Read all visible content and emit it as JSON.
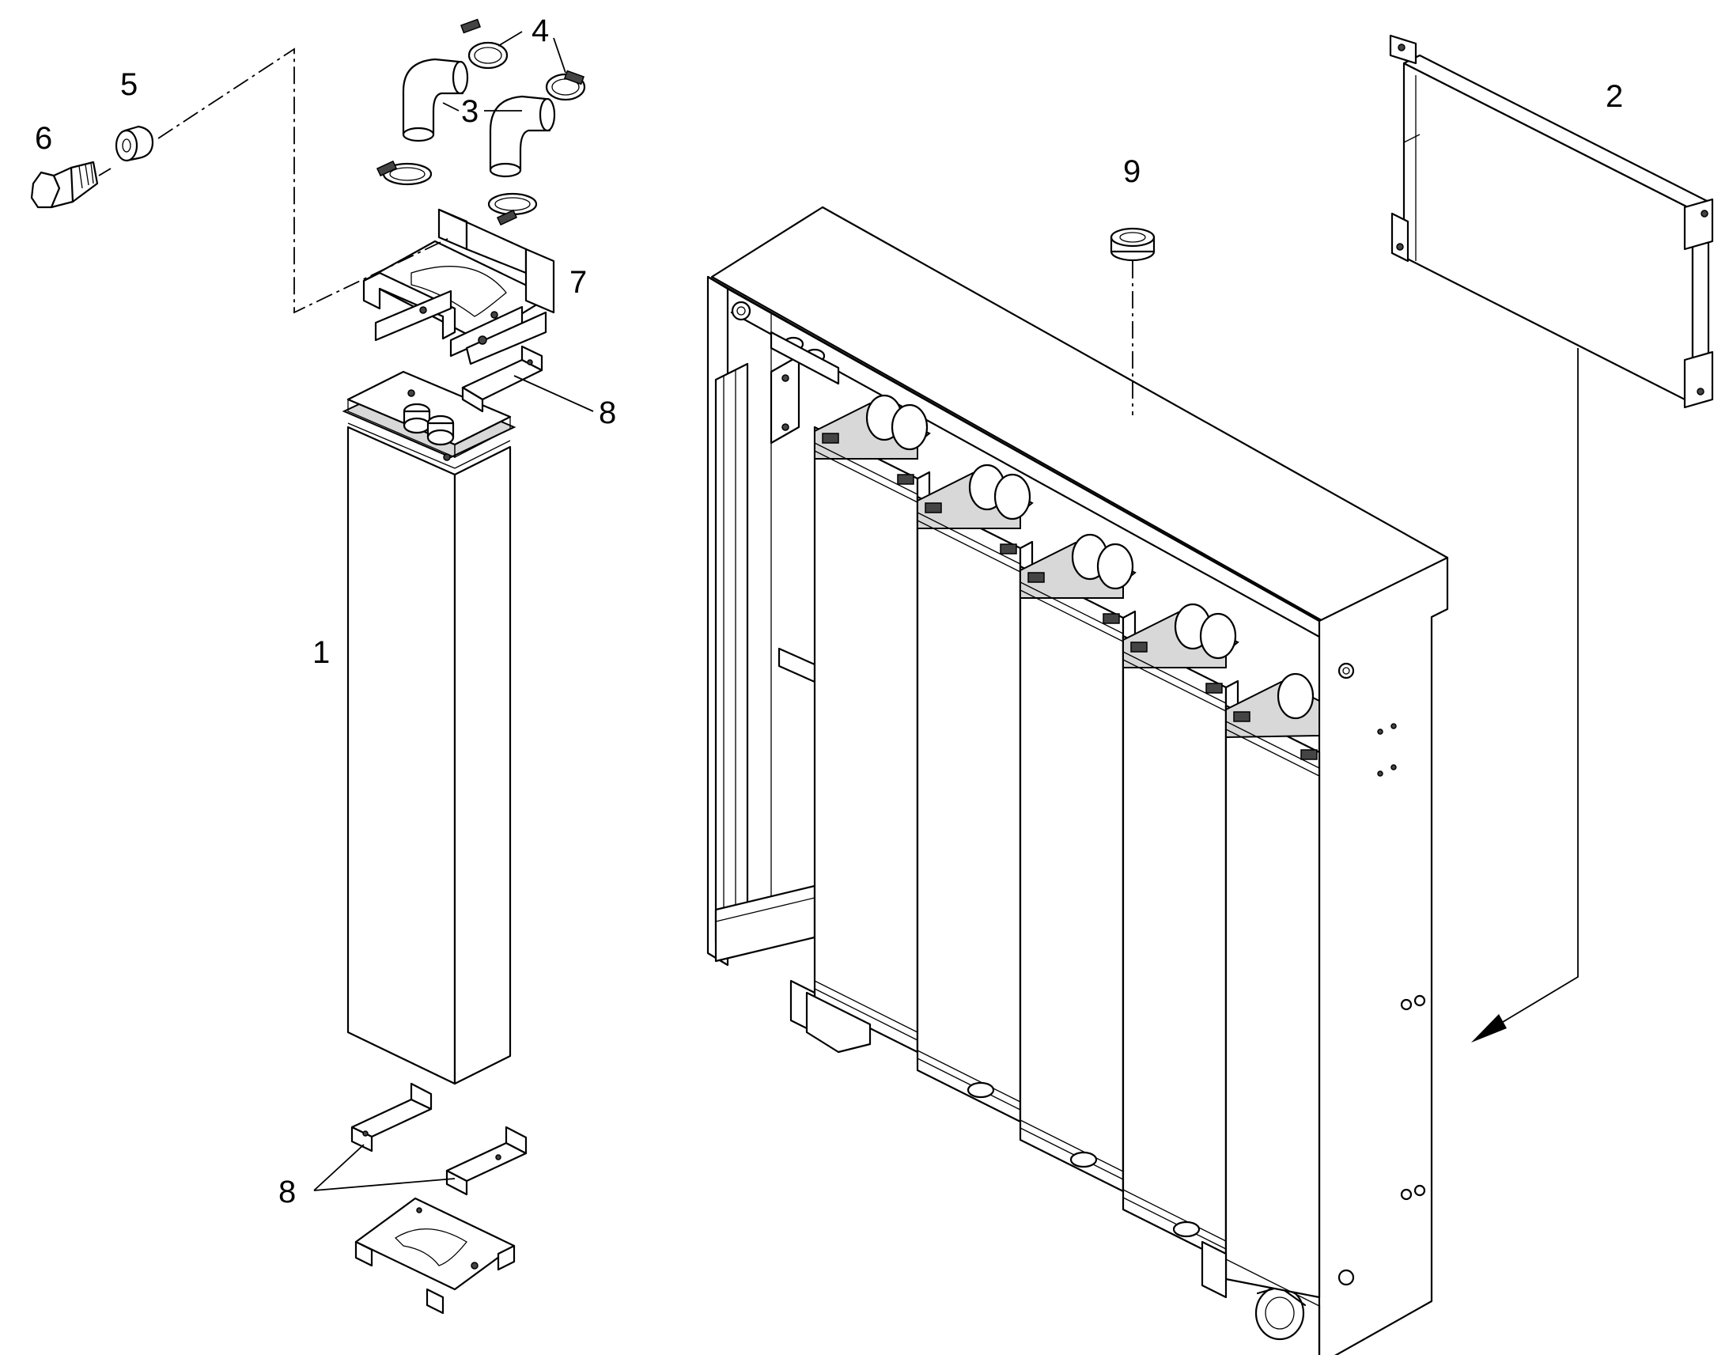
{
  "diagram": {
    "callouts": [
      {
        "id": "1",
        "label": "1"
      },
      {
        "id": "2",
        "label": "2"
      },
      {
        "id": "3",
        "label": "3"
      },
      {
        "id": "4",
        "label": "4"
      },
      {
        "id": "5",
        "label": "5"
      },
      {
        "id": "6",
        "label": "6"
      },
      {
        "id": "7",
        "label": "7"
      },
      {
        "id": "8a",
        "label": "8"
      },
      {
        "id": "8b",
        "label": "8"
      },
      {
        "id": "9",
        "label": "9"
      }
    ]
  }
}
